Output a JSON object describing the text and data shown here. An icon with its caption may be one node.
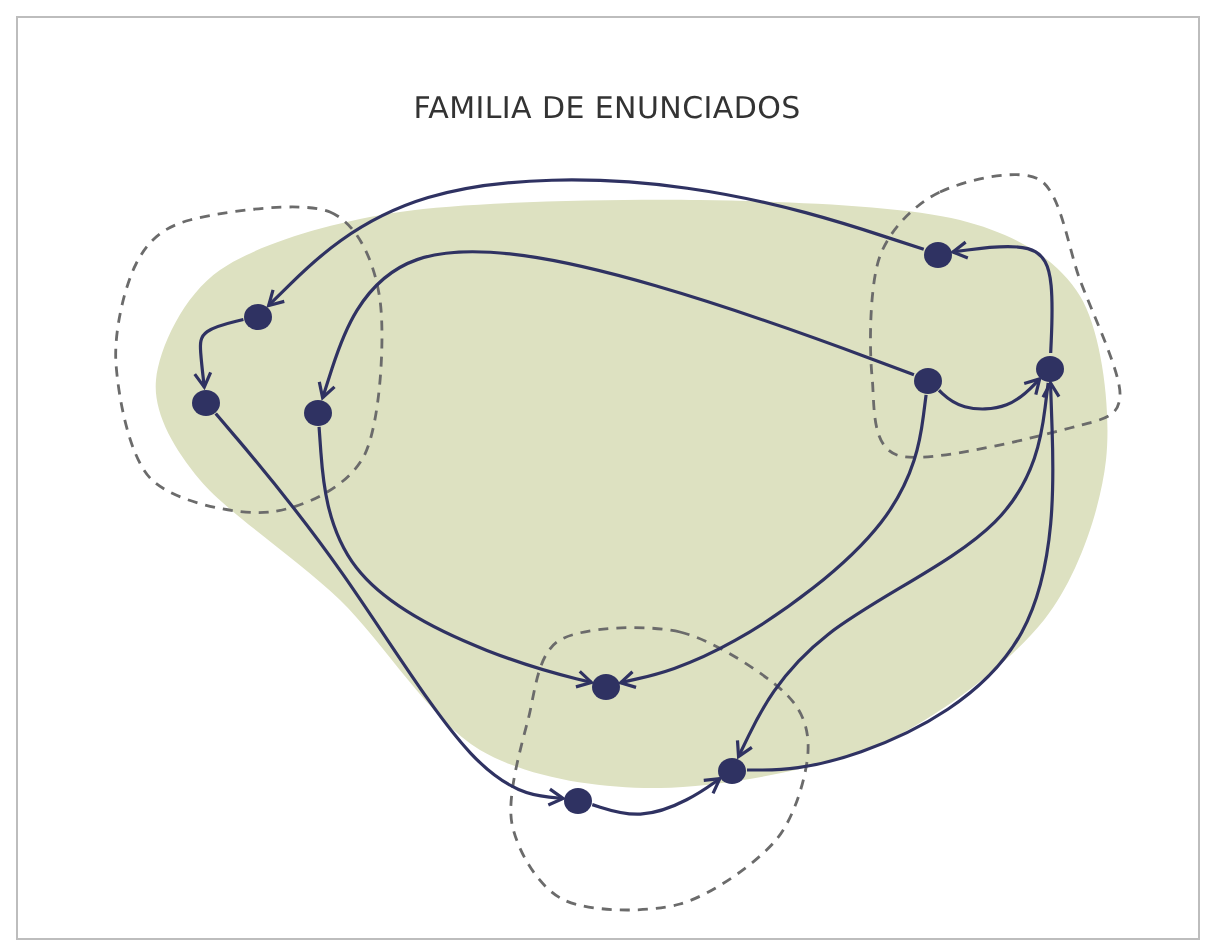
{
  "diagram": {
    "title": "FAMILIA DE ENUNCIADOS",
    "nodes": [
      {
        "text": [],
        "shape": "circle"
      },
      {
        "text": [],
        "shape": "circle"
      },
      {
        "text": [],
        "shape": "circle"
      },
      {
        "text": [],
        "shape": "circle"
      },
      {
        "text": [],
        "shape": "circle"
      },
      {
        "text": [],
        "shape": "circle"
      },
      {
        "text": [],
        "shape": "circle"
      },
      {
        "text": [],
        "shape": "circle"
      },
      {
        "text": [],
        "shape": "circle"
      }
    ],
    "edges": [
      {
        "from": 3,
        "to": 0,
        "arrow": "to"
      },
      {
        "from": 4,
        "to": 2,
        "arrow": "to"
      },
      {
        "from": 0,
        "to": 1,
        "arrow": "to"
      },
      {
        "from": 5,
        "to": 3,
        "arrow": "to"
      },
      {
        "from": 4,
        "to": 5,
        "arrow": "to"
      },
      {
        "from": 1,
        "to": 7,
        "arrow": "to"
      },
      {
        "from": 2,
        "to": 6,
        "arrow": "to"
      },
      {
        "from": 4,
        "to": 6,
        "arrow": "to"
      },
      {
        "from": 5,
        "to": 8,
        "arrow": "to"
      },
      {
        "from": 7,
        "to": 8,
        "arrow": "to"
      },
      {
        "from": 8,
        "to": 5,
        "arrow": "to"
      }
    ]
  }
}
